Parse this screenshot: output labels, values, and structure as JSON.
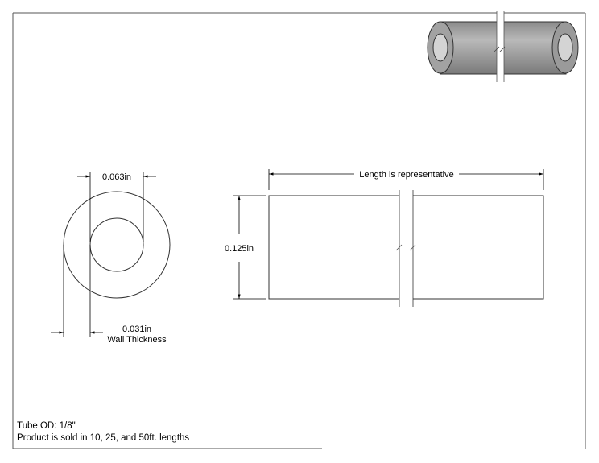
{
  "drawing": {
    "dims": {
      "inner_diameter": "0.063in",
      "outer_diameter": "0.125in",
      "wall_thickness_value": "0.031in",
      "wall_thickness_label": "Wall Thickness",
      "length_label": "Length is representative"
    },
    "notes": {
      "tube_od": "Tube OD: 1/8\"",
      "lengths": "Product is sold in 10, 25, and 50ft. lengths"
    }
  }
}
